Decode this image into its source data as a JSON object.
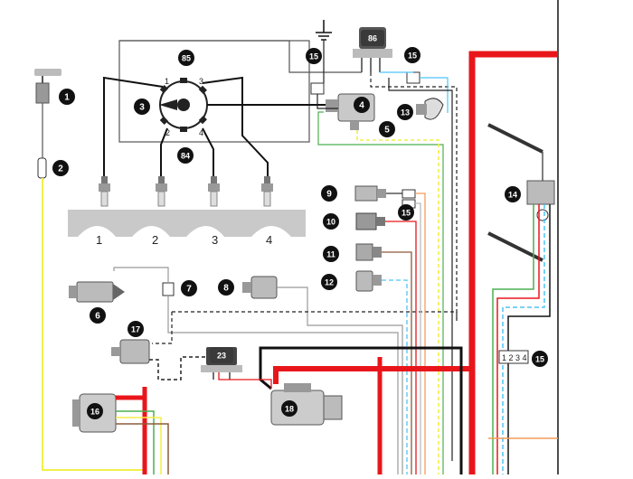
{
  "diagram": {
    "title": "",
    "callouts": [
      {
        "id": "c1",
        "label": "1"
      },
      {
        "id": "c2",
        "label": "2"
      },
      {
        "id": "c3",
        "label": "3"
      },
      {
        "id": "c4",
        "label": "4"
      },
      {
        "id": "c5",
        "label": "5"
      },
      {
        "id": "c6",
        "label": "6"
      },
      {
        "id": "c7",
        "label": "7"
      },
      {
        "id": "c8",
        "label": "8"
      },
      {
        "id": "c9",
        "label": "9"
      },
      {
        "id": "c10",
        "label": "10"
      },
      {
        "id": "c11",
        "label": "11"
      },
      {
        "id": "c12",
        "label": "12"
      },
      {
        "id": "c13",
        "label": "13"
      },
      {
        "id": "c14",
        "label": "14"
      },
      {
        "id": "c15a",
        "label": "15"
      },
      {
        "id": "c15b",
        "label": "15"
      },
      {
        "id": "c15c",
        "label": "15"
      },
      {
        "id": "c15d",
        "label": "15"
      },
      {
        "id": "c16",
        "label": "16"
      },
      {
        "id": "c17",
        "label": "17"
      },
      {
        "id": "c18",
        "label": "18"
      },
      {
        "id": "c23",
        "label": "23"
      },
      {
        "id": "c84",
        "label": "84"
      },
      {
        "id": "c85",
        "label": "85"
      },
      {
        "id": "c86",
        "label": "86"
      }
    ],
    "cylinders": [
      "1",
      "2",
      "3",
      "4"
    ],
    "distributor_terminals": [
      "1",
      "2",
      "3",
      "4"
    ],
    "connector_pins": "1 2 3 4",
    "wire_colors": {
      "red": "#e8161b",
      "black": "#111111",
      "yellow": "#f2ef4a",
      "green": "#4caf50",
      "light_blue": "#4fc3f7",
      "white": "#ffffff",
      "brown": "#8d5b3a",
      "grey": "#9e9e9e",
      "orange": "#f39c5a"
    }
  }
}
